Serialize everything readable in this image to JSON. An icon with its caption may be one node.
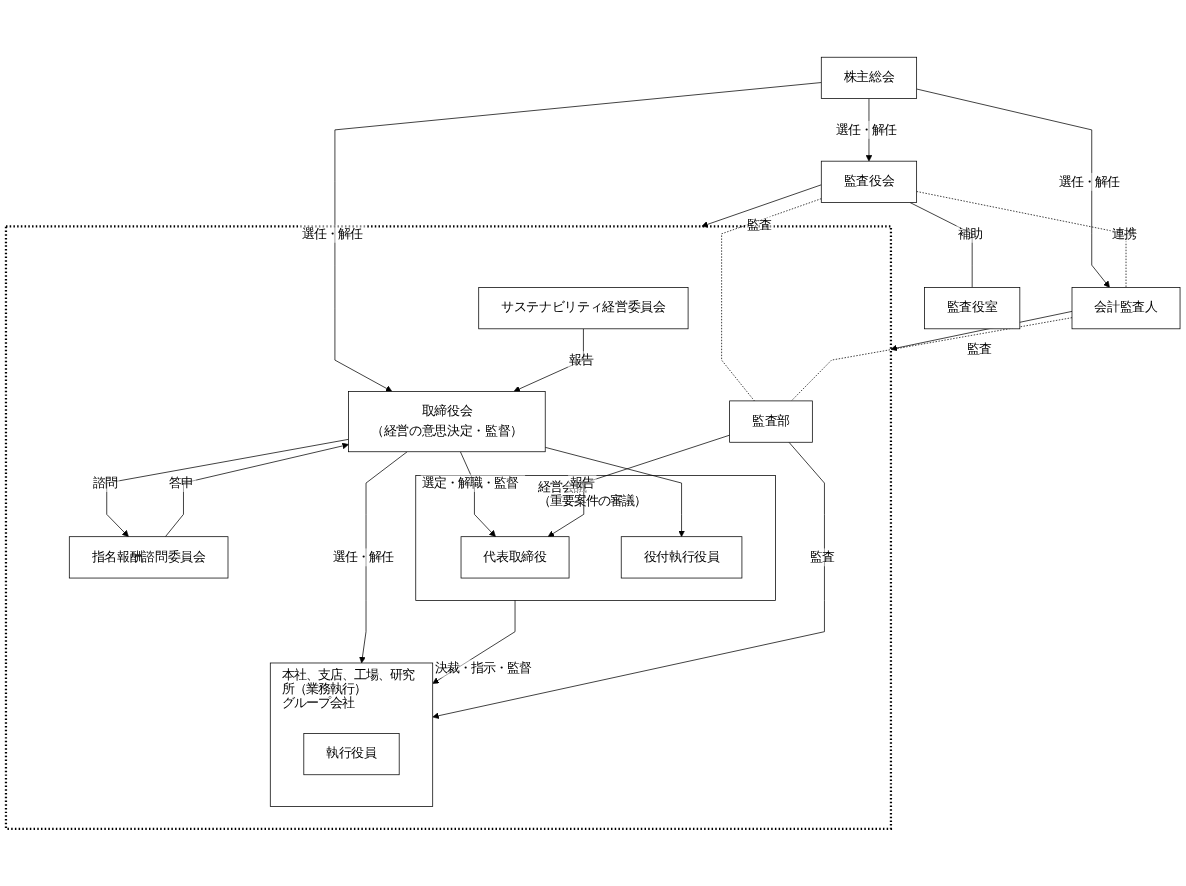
{
  "diagram": {
    "nodes": [
      {
        "text": [
          "株主総会"
        ]
      },
      {
        "text": [],
        "shape": "box"
      },
      {
        "text": [
          "取締役会",
          "（経営の意思決定・監督）"
        ],
        "in": 1
      },
      {
        "text": [
          "監査役会"
        ]
      },
      {
        "text": [
          "会計監査人"
        ]
      },
      {
        "text": [
          "監査役室"
        ]
      },
      {
        "text": [
          "指名報酬諮問委員会"
        ],
        "in": 1
      },
      {
        "text": [
          "サステナビリティ経営委員会"
        ],
        "in": 1
      },
      {
        "text": [
          "経営会議",
          "（重要案件の審議）"
        ],
        "in": 1
      },
      {
        "text": [
          "代表取締役"
        ],
        "in": 8
      },
      {
        "text": [
          "役付執行役員"
        ],
        "in": 8
      },
      {
        "text": [
          "本社、支店、工場、研究所（業務執行）",
          "グループ会社"
        ],
        "in": 1
      },
      {
        "text": [
          "執行役員"
        ],
        "in": 11
      },
      {
        "text": [
          "監査部"
        ],
        "in": 1
      }
    ],
    "edges": [
      {
        "from": 0,
        "to": 2,
        "arrow": "to",
        "label": "選任・解任"
      },
      {
        "from": 0,
        "to": 3,
        "arrow": "to",
        "label": "選任・解任"
      },
      {
        "from": 0,
        "to": 4,
        "arrow": "to",
        "label": "選任・解任"
      },
      {
        "from": 3,
        "to": 1,
        "arrow": "to",
        "label": "監査"
      },
      {
        "from": 3,
        "to": 4,
        "arrow": "none",
        "label": "連携",
        "style": "dashed"
      },
      {
        "from": 3,
        "to": 5,
        "arrow": "none",
        "label": "補助"
      },
      {
        "from": 3,
        "to": 13,
        "arrow": "none",
        "style": "dashed"
      },
      {
        "from": 4,
        "to": 13,
        "arrow": "none",
        "style": "dashed"
      },
      {
        "from": 4,
        "to": 1,
        "arrow": "to",
        "label": "監査"
      },
      {
        "from": 2,
        "to": 6,
        "arrow": "to",
        "label": "諮問"
      },
      {
        "from": 6,
        "to": 2,
        "arrow": "to",
        "label": "答申"
      },
      {
        "from": 7,
        "to": 2,
        "arrow": "to",
        "label": "報告"
      },
      {
        "from": 2,
        "to": 9,
        "arrow": "to",
        "label": "選定・解職・監督"
      },
      {
        "from": 2,
        "to": 10,
        "arrow": "to"
      },
      {
        "from": 2,
        "to": 11,
        "arrow": "to",
        "label": "選任・解任"
      },
      {
        "from": 8,
        "to": 11,
        "arrow": "to",
        "label": "決裁・指示・監督"
      },
      {
        "from": 13,
        "to": 9,
        "arrow": "to",
        "label": "報告"
      },
      {
        "from": 13,
        "to": 11,
        "arrow": "to",
        "label": "監査"
      }
    ]
  }
}
